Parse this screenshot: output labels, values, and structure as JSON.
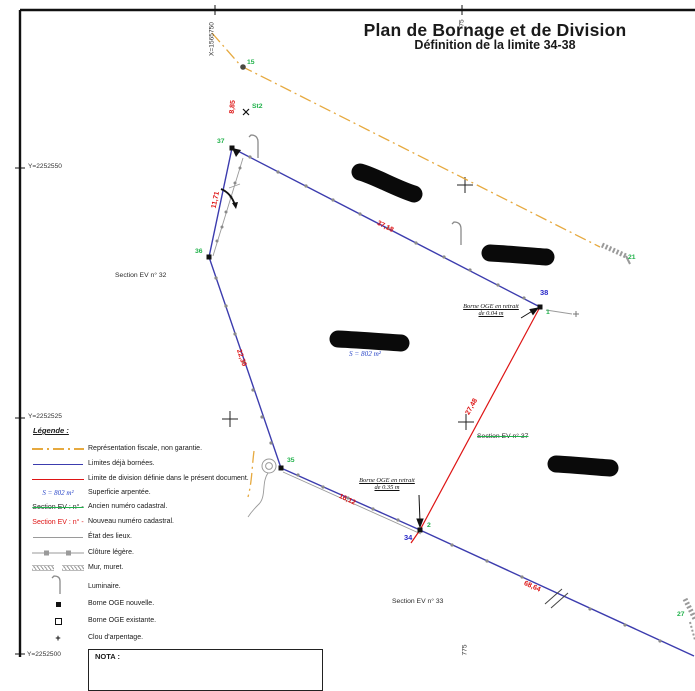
{
  "title": {
    "main": "Plan de Bornage et de Division",
    "subtitle": "Définition de la limite 34-38"
  },
  "coords": {
    "x_left": "X=1565750",
    "x_right": "75",
    "y_upper": "Y=2252550",
    "y_lower": "Y=2252525",
    "y_bottom": "Y=2252500",
    "x_bottom": "775"
  },
  "points": {
    "p15": "15",
    "p37": "37",
    "p36": "36",
    "pst2": "St2",
    "p38": "38",
    "p1": "1",
    "p35": "35",
    "p34": "34",
    "p2": "2",
    "p21": "21",
    "p27": "27"
  },
  "measurements": {
    "m885": "8,85",
    "m1171": "11,71",
    "m3718": "37,18",
    "m2239": "22,39",
    "m1612": "16,12",
    "m2748": "27,48",
    "m6864": "68,64"
  },
  "sections": {
    "s32": "Section EV n° 32",
    "s33": "Section EV n° 33",
    "s37": "Section EV n° 37"
  },
  "area_label": "S = 802 m²",
  "notes": {
    "b004_l1": "Borne OGE en retrait",
    "b004_l2": "de 0.04 m",
    "b035_l1": "Borne OGE en retrait",
    "b035_l2": "de 0.35 m"
  },
  "legend": {
    "title": "Légende :",
    "items": [
      {
        "icon": "fiscal-line",
        "label": "Représentation fiscale, non garantie."
      },
      {
        "icon": "bounded-line",
        "label": "Limites déjà bornées."
      },
      {
        "icon": "division-line",
        "label": "Limite de division définie dans le présent document."
      },
      {
        "icon": "area-sample",
        "sample": "S = 802 m²",
        "label": "Superficie arpentée."
      },
      {
        "icon": "old-cadastre",
        "sample": "Section EV : n° -",
        "label": "Ancien numéro cadastral."
      },
      {
        "icon": "new-cadastre",
        "sample": "Section EV : n° -",
        "label": "Nouveau numéro cadastral."
      },
      {
        "icon": "etat-line",
        "label": "État des lieux."
      },
      {
        "icon": "cloture-line",
        "label": "Clôture légère."
      },
      {
        "icon": "mur-line",
        "label": "Mur, muret."
      },
      {
        "icon": "luminaire-icon",
        "label": "Luminaire."
      },
      {
        "icon": "borne-new-icon",
        "label": "Borne OGE nouvelle."
      },
      {
        "icon": "borne-exist-icon",
        "label": "Borne OGE existante."
      },
      {
        "icon": "clou-icon",
        "label": "Clou d'arpentage."
      }
    ]
  },
  "nota_label": "NOTA :",
  "colors": {
    "fiscal": "#e6a93f",
    "bounded": "#3c3cae",
    "division": "#de1414",
    "green_label": "#21b24b",
    "blue_label": "#2929c8",
    "gray": "#9a9a9a"
  }
}
